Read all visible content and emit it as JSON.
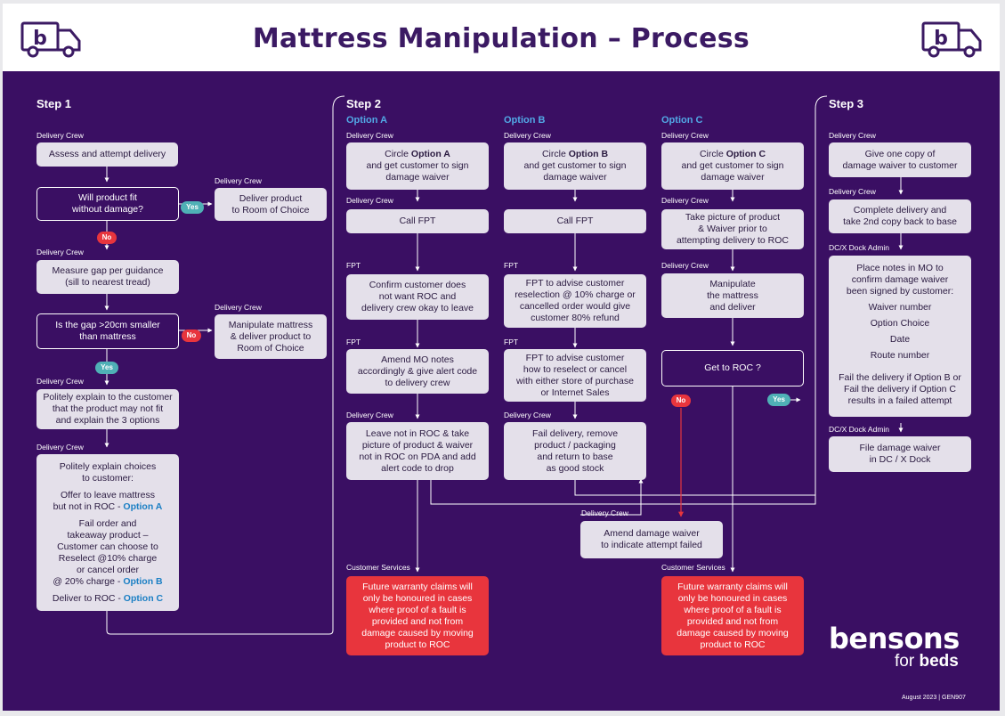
{
  "title": "Mattress Manipulation – Process",
  "logo": {
    "glyph": "b",
    "brand": "bensons",
    "for": "for",
    "beds": "beds"
  },
  "footer": "August 2023 | GEN907",
  "steps": {
    "s1": "Step 1",
    "s2": "Step 2",
    "s3": "Step 3"
  },
  "options": {
    "a": "Option A",
    "b": "Option B",
    "c": "Option C"
  },
  "roles": {
    "crew": "Delivery Crew",
    "fpt": "FPT",
    "dock": "DC/X Dock Admin",
    "cs": "Customer Services"
  },
  "pills": {
    "yes": "Yes",
    "no": "No"
  },
  "step1": {
    "assess": "Assess and attempt delivery",
    "fit1": "Will product fit",
    "fit2": "without damage?",
    "deliver1": "Deliver product",
    "deliver2": "to Room of Choice",
    "measure1": "Measure gap per guidance",
    "measure2": "(sill to nearest tread)",
    "gap1": "Is the gap >20cm smaller",
    "gap2": "than mattress",
    "manip1": "Manipulate mattress",
    "manip2": "& deliver product to",
    "manip3": "Room of Choice",
    "explain1": "Politely explain to the customer",
    "explain2": "that the product may not fit",
    "explain3": "and explain the 3 options",
    "choices1": "Politely explain choices",
    "choices2": "to customer:",
    "offer1": "Offer to leave mattress",
    "offer2": "but not in ROC -",
    "fail1": "Fail order and",
    "fail2": "takeaway product –",
    "fail3": "Customer can choose to",
    "fail4": "Reselect @10% charge",
    "fail5": "or cancel order",
    "fail6": "@ 20% charge -",
    "deliverroc": "Deliver to ROC -"
  },
  "optA": {
    "circle": "Circle",
    "sign1": "and get customer to sign",
    "sign2": "damage waiver",
    "call": "Call FPT",
    "confirm1": "Confirm customer does",
    "confirm2": "not want ROC and",
    "confirm3": "delivery crew okay to leave",
    "amend1": "Amend MO notes",
    "amend2": "accordingly & give alert code",
    "amend3": "to delivery crew",
    "leave1": "Leave not in ROC & take",
    "leave2": "picture of product & waiver",
    "leave3": "not in ROC on PDA and add",
    "leave4": "alert code to drop"
  },
  "optB": {
    "call": "Call FPT",
    "advise1": "FPT to advise customer",
    "advise2": "reselection @ 10% charge or",
    "advise3": "cancelled order would give",
    "advise4": "customer 80% refund",
    "how1": "FPT to advise customer",
    "how2": "how to reselect or cancel",
    "how3": "with either store of purchase",
    "how4": "or Internet Sales",
    "faild1": "Fail delivery, remove",
    "faild2": "product / packaging",
    "faild3": "and return to base",
    "faild4": "as good stock"
  },
  "optC": {
    "pic1": "Take picture of product",
    "pic2": "& Waiver prior to",
    "pic3": "attempting delivery to ROC",
    "man1": "Manipulate",
    "man2": "the mattress",
    "man3": "and deliver",
    "roc": "Get to ROC ?"
  },
  "amendWaiver1": "Amend damage waiver",
  "amendWaiver2": "to indicate attempt failed",
  "warranty": [
    "Future warranty claims will",
    "only be honoured in cases",
    "where proof of a fault is",
    "provided and not from",
    "damage caused by moving",
    "product to ROC"
  ],
  "step3": {
    "give1": "Give one copy of",
    "give2": "damage waiver to customer",
    "complete1": "Complete delivery and",
    "complete2": "take 2nd copy back to base",
    "notes1": "Place notes in MO to",
    "notes2": "confirm damage waiver",
    "notes3": "been signed by customer:",
    "waiver": "Waiver number",
    "choice": "Option Choice",
    "date": "Date",
    "route": "Route number",
    "faildel1": "Fail the delivery if Option B or",
    "faildel2": "Fail the delivery if Option C",
    "faildel3": "results in a failed attempt",
    "file1": "File damage waiver",
    "file2": "in DC / X Dock"
  },
  "colors": {
    "purple": "#3a0f63",
    "box": "#e4e0ea",
    "red": "#e8353d",
    "teal": "#4fb0b6",
    "blue": "#1b7fc4"
  }
}
